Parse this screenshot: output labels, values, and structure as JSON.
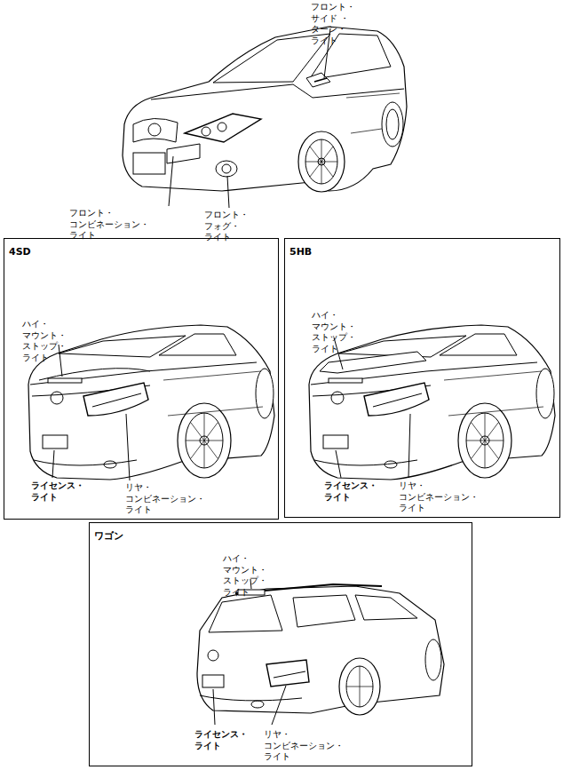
{
  "diagram": {
    "nodes": [
      {
        "text": [
          "4SD",
          "ハイ・マウント・ ストップ・ライト",
          "ライセンス・ ライト",
          "リヤ・コンビネーション・ ライト"
        ]
      },
      {
        "text": [
          "5HB",
          "ハイ・マウント・ ストップ・ライト",
          "ライセンス・ ライト",
          "リヤ・コンビネーション・ ライト"
        ]
      },
      {
        "text": [
          "ワゴン",
          "ハイ・マウント・ ストップ・ライト",
          "ライセンス・ ライト",
          "リヤ・コンビネーション・ ライト"
        ]
      }
    ],
    "labels": [
      "フロント・サイド ・ターン・ライト",
      "フロント・コンビネーション・ ライト",
      "フロント・フォグ・ライト"
    ]
  }
}
